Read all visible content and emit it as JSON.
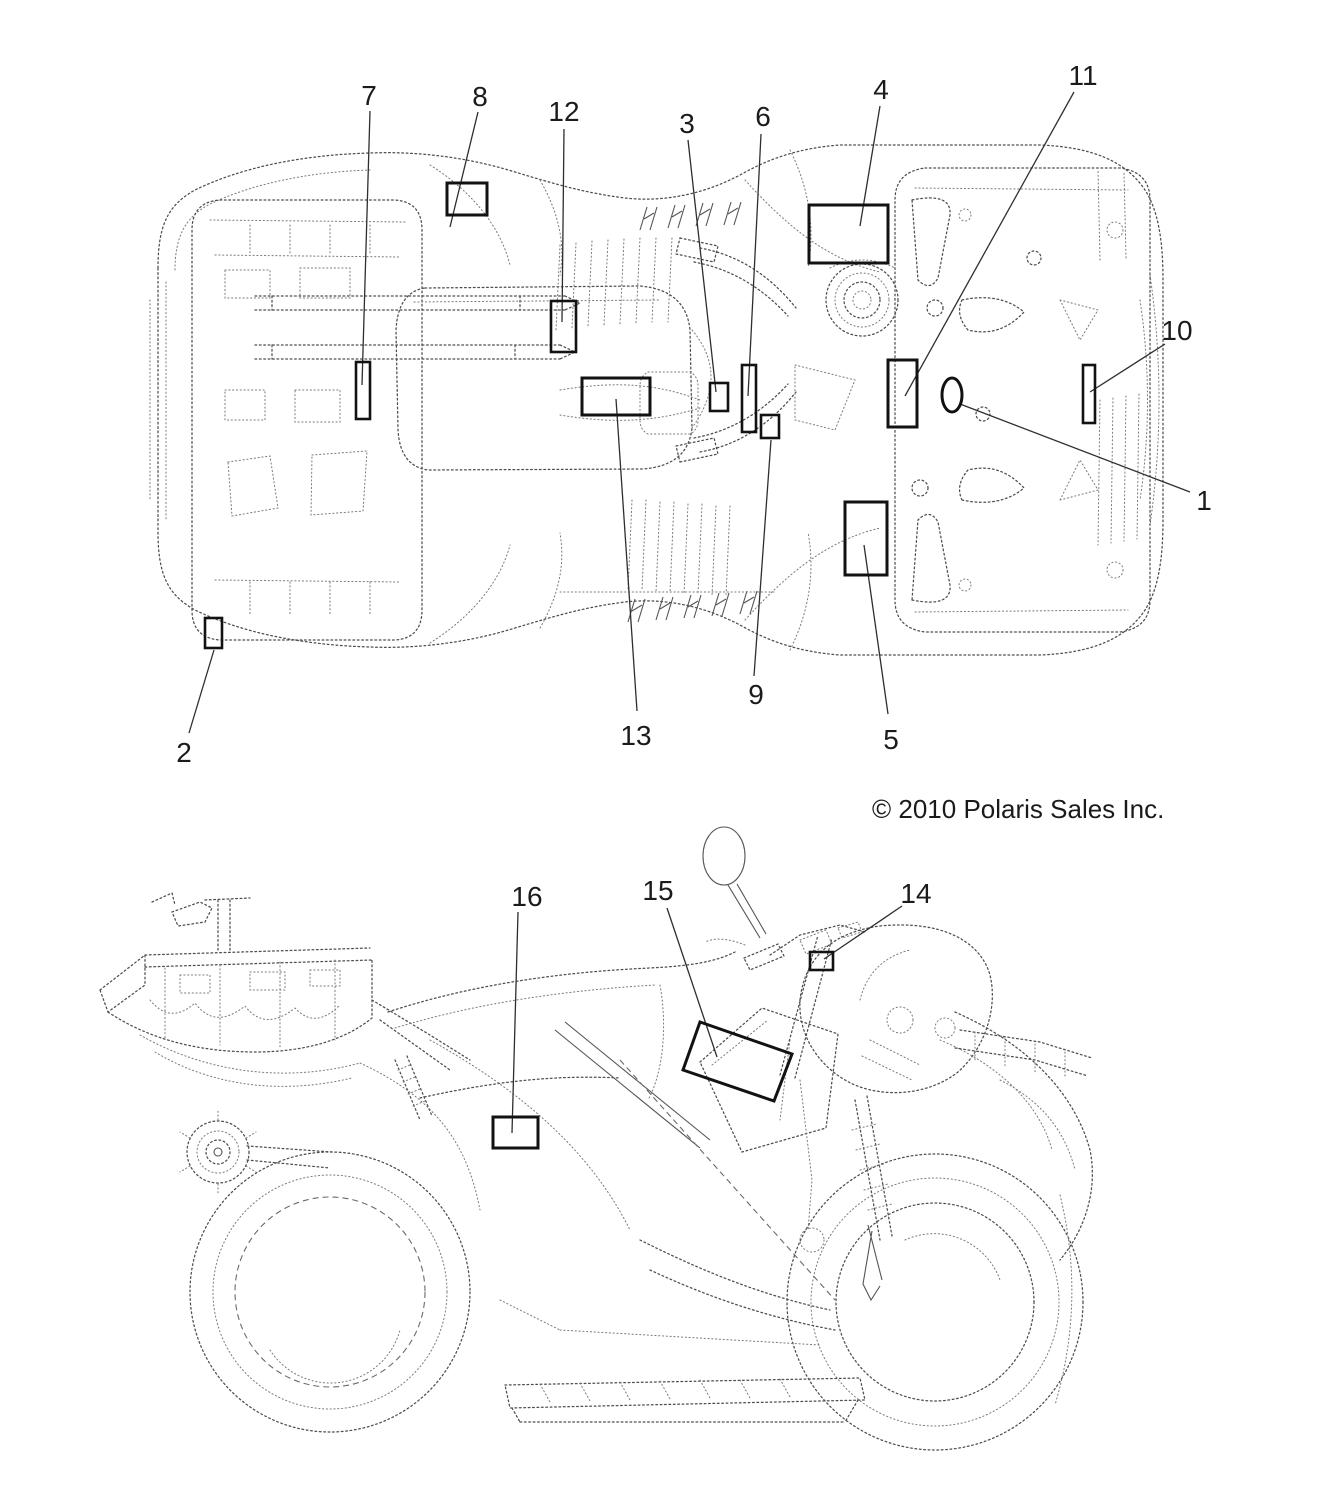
{
  "copyright": "© 2010 Polaris Sales Inc.",
  "callouts": {
    "1": "1",
    "2": "2",
    "3": "3",
    "4": "4",
    "5": "5",
    "6": "6",
    "7": "7",
    "8": "8",
    "9": "9",
    "10": "10",
    "11": "11",
    "12": "12",
    "13": "13",
    "14": "14",
    "15": "15",
    "16": "16"
  },
  "views": {
    "top_view_callouts": [
      "1",
      "2",
      "3",
      "4",
      "5",
      "6",
      "7",
      "8",
      "9",
      "10",
      "11",
      "12",
      "13"
    ],
    "side_view_callouts": [
      "14",
      "15",
      "16"
    ]
  }
}
